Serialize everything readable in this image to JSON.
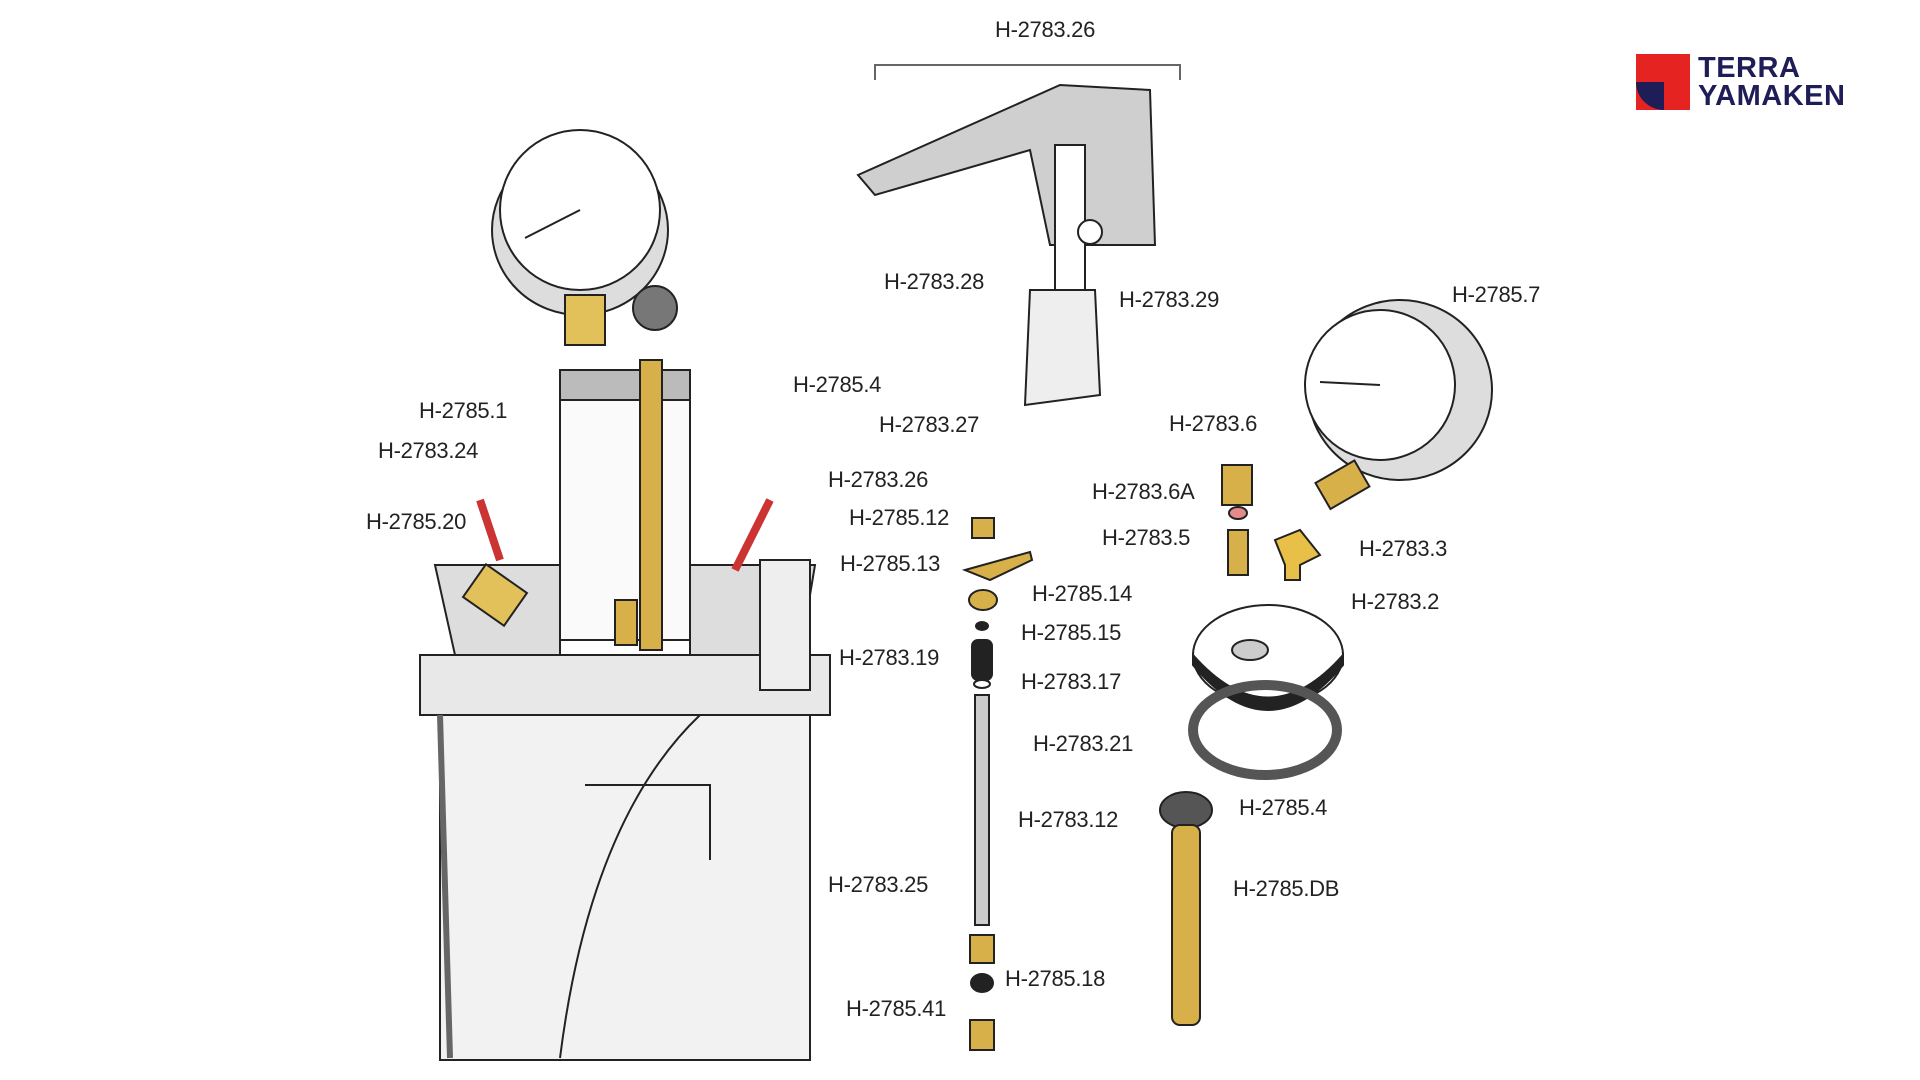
{
  "brand": {
    "name_line1": "TERRA",
    "name_line2": "YAMAKEN",
    "colors": {
      "red": "#e52421",
      "navy": "#1e1d57"
    }
  },
  "labels": {
    "lever_assembly": "H-2783.26",
    "pin": "H-2783.28",
    "screw": "H-2783.29",
    "gauge": "H-2785.7",
    "gasket_left": "H-2785.4",
    "cylinder": "H-2785.1",
    "lever_base": "H-2783.27",
    "cap_nut": "H-2783.6",
    "valve_handle": "H-2783.24",
    "clamp": "H-2783.26",
    "washer_red": "H-2783.6A",
    "nipple": "H-2785.12",
    "petcock": "H-2785.20",
    "fitting": "H-2783.5",
    "tee": "H-2783.3",
    "bracket": "H-2785.13",
    "nut": "H-2785.14",
    "lid": "H-2783.2",
    "oring_small": "H-2785.15",
    "flange": "H-2783.19",
    "spring": "H-2783.17",
    "washer": "H-2783.21",
    "gasket_right": "H-2785.4",
    "rod": "H-2783.12",
    "bulb_pump": "H-2785.DB",
    "bowl": "H-2783.25",
    "valve_seat": "H-2785.18",
    "oring_bottom": "H-2785.41"
  }
}
